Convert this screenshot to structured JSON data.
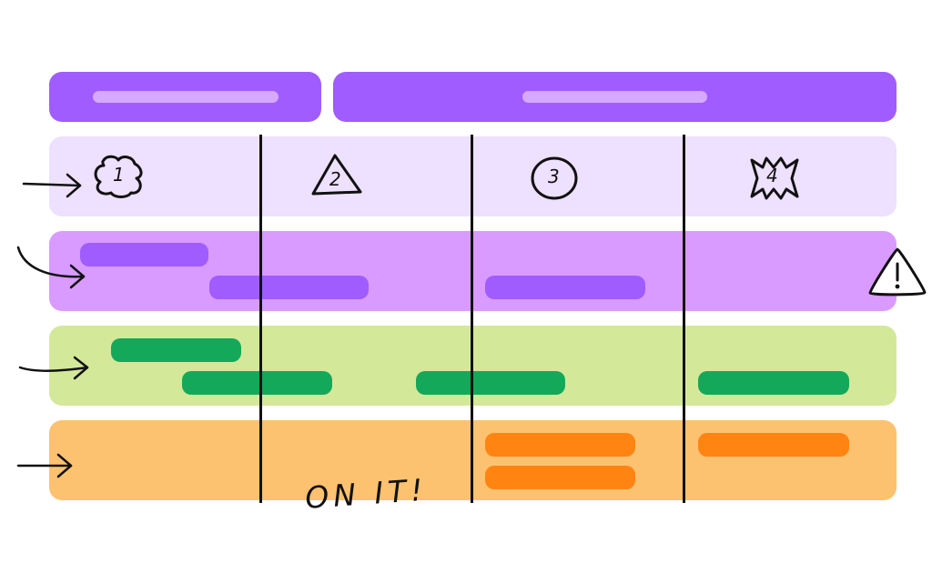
{
  "colors": {
    "header": "#a05cff",
    "header_pill": "#d6a9ff",
    "row_header_bg": "#eee0ff",
    "row_purple_bg": "#d99bff",
    "row_green_bg": "#d4e89a",
    "row_orange_bg": "#fdc270",
    "bar_purple": "#a05cff",
    "bar_green": "#14a85a",
    "bar_orange": "#ff8412",
    "ink": "#111111"
  },
  "columns": [
    "1",
    "2",
    "3",
    "4"
  ],
  "column_icons": [
    "blob-badge-icon",
    "triangle-badge-icon",
    "circle-badge-icon",
    "starburst-badge-icon"
  ],
  "annotation": "ON IT!",
  "warning_icon": "warning-triangle-icon"
}
